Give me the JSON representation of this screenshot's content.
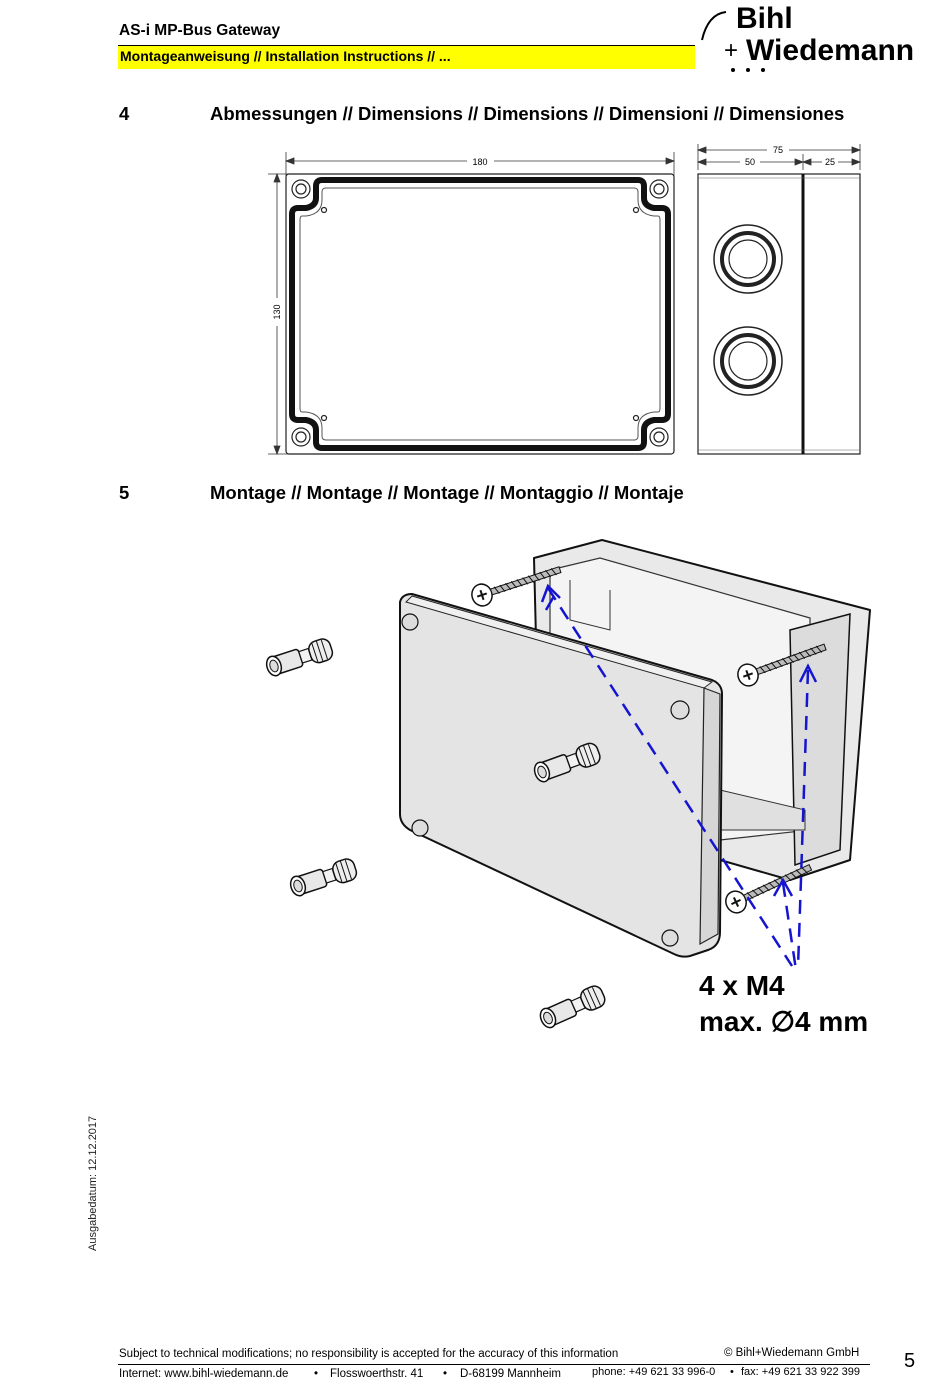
{
  "header": {
    "title": "AS-i MP-Bus Gateway",
    "subtitle": "Montageanweisung // Installation Instructions // ...",
    "logo_line1": "Bihl",
    "logo_line2": "Wiedemann",
    "logo_plus": "+"
  },
  "sections": [
    {
      "number": "4",
      "title": "Abmessungen // Dimensions // Dimensions // Dimensioni // Dimensiones"
    },
    {
      "number": "5",
      "title": "Montage // Montage // Montage // Montaggio // Montaje"
    }
  ],
  "dimension_drawing": {
    "width_label": "180",
    "height_label": "130",
    "depth_total_label": "75",
    "depth_body_label": "50",
    "depth_lid_label": "25"
  },
  "mounting": {
    "screws_label": "4 x M4",
    "diameter_label": "max. ∅4 mm"
  },
  "side_note": "Ausgabedatum: 12.12.2017",
  "footer": {
    "disclaimer": "Subject to technical modifications; no responsibility is accepted for the accuracy of this information",
    "copyright": "© Bihl+Wiedemann GmbH",
    "internet": "Internet: www.bihl-wiedemann.de",
    "address_street": "Flosswoerthstr. 41",
    "address_city": "D-68199 Mannheim",
    "phone": "phone: +49 621 33 996-0",
    "fax": "fax: +49 621 33 922 399",
    "bullet": "•",
    "page_number": "5"
  }
}
